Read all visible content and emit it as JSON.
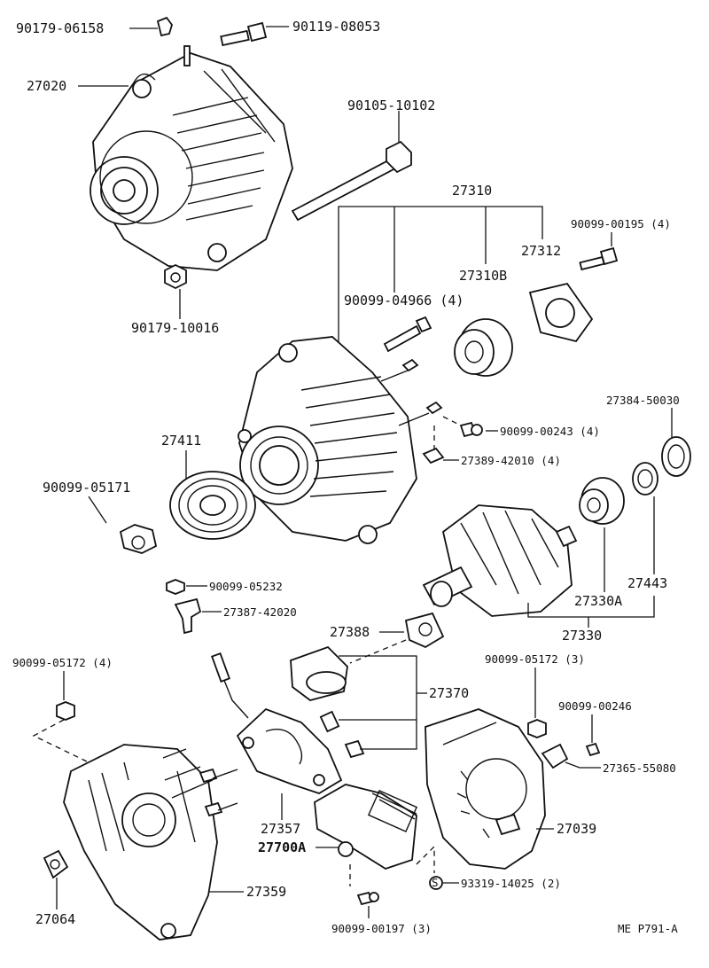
{
  "labels": {
    "p90179_06158": "90179-06158",
    "p90119_08053": "90119-08053",
    "p27020": "27020",
    "p90105_10102": "90105-10102",
    "p27310": "27310",
    "p90099_00195": "90099-00195 (4)",
    "p27312": "27312",
    "p27310B": "27310B",
    "p90179_10016": "90179-10016",
    "p90099_04966": "90099-04966 (4)",
    "p27384_50030": "27384-50030",
    "p90099_00243": "90099-00243 (4)",
    "p27389_42010": "27389-42010 (4)",
    "p27411": "27411",
    "p90099_05171": "90099-05171",
    "p90099_05232": "90099-05232",
    "p27387_42020": "27387-42020",
    "p27443": "27443",
    "p27330A": "27330A",
    "p27330": "27330",
    "p27388": "27388",
    "p90099_05172_4": "90099-05172 (4)",
    "p90099_05172_3": "90099-05172 (3)",
    "p27370": "27370",
    "p90099_00246": "90099-00246",
    "p27365_55080": "27365-55080",
    "p27357": "27357",
    "p27700A": "27700A",
    "p27039": "27039",
    "p93319_14025": "93319-14025 (2)",
    "p27359": "27359",
    "p27064": "27064",
    "p90099_00197": "90099-00197 (3)",
    "code": "ME  P791-A"
  }
}
